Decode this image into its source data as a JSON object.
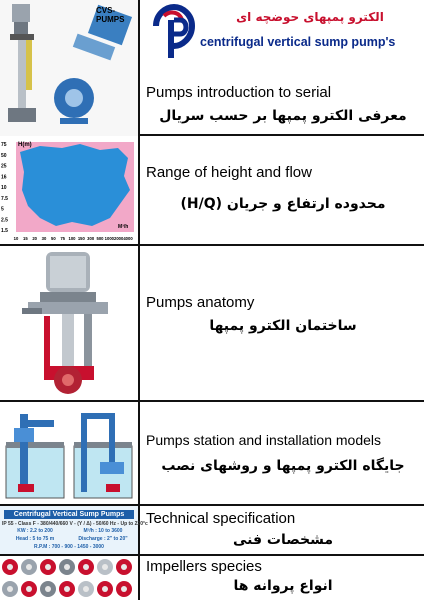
{
  "header": {
    "thumb_label": "CVS-PUMPS",
    "brand_title_fa": "الکترو پمپهای حوضچه ای",
    "brand_subtitle": "centrifugal vertical sump pump's",
    "colors": {
      "brand_blue": "#0a2a8a",
      "brand_red": "#c8102e"
    }
  },
  "sections": [
    {
      "id": "intro",
      "en": "Pumps introduction to serial",
      "fa": "معرفی الکترو پمپها بر حسب سریال"
    },
    {
      "id": "range",
      "en": "Range of height and flow",
      "fa": "محدوده ارتفاع و جریان (H/Q)"
    },
    {
      "id": "anatomy",
      "en": "Pumps anatomy",
      "fa": "ساختمان الکترو پمپها"
    },
    {
      "id": "station",
      "en": "Pumps station and installation models",
      "fa": "جایگاه الکترو پمپها و روشهای نصب"
    },
    {
      "id": "spec",
      "en": "Technical specification",
      "fa": "مشخصات فنی"
    },
    {
      "id": "impellers",
      "en": "Impellers species",
      "fa": "انواع پروانه ها"
    }
  ],
  "range_chart": {
    "h_label": "H(m)",
    "q_label": "M³/h",
    "y_ticks": [
      "75",
      "50",
      "25",
      "16",
      "10",
      "7.5",
      "5",
      "2.5",
      "1.5"
    ],
    "x_ticks": [
      "10",
      "15",
      "20",
      "30",
      "50",
      "75",
      "100",
      "150",
      "300",
      "500",
      "1000",
      "2000",
      "4000"
    ],
    "colors": {
      "background": "#f2a8c8",
      "area": "#2a8fd8"
    }
  },
  "spec_card": {
    "title": "Centrifugal Vertical Sump Pumps",
    "line1": "IP 55 - Class F - 380/440/660 V - (Y / Δ) - 50/60 Hz - Up to 220°c",
    "kw": "KW : 2.2 to 200",
    "flow": "M³/h : 10 to 3600",
    "head": "Head : 5 to 75 m",
    "discharge": "Discharge : 2\" to 20\"",
    "rpm": "R.P.M : 700 - 900 - 1450 - 3000"
  }
}
